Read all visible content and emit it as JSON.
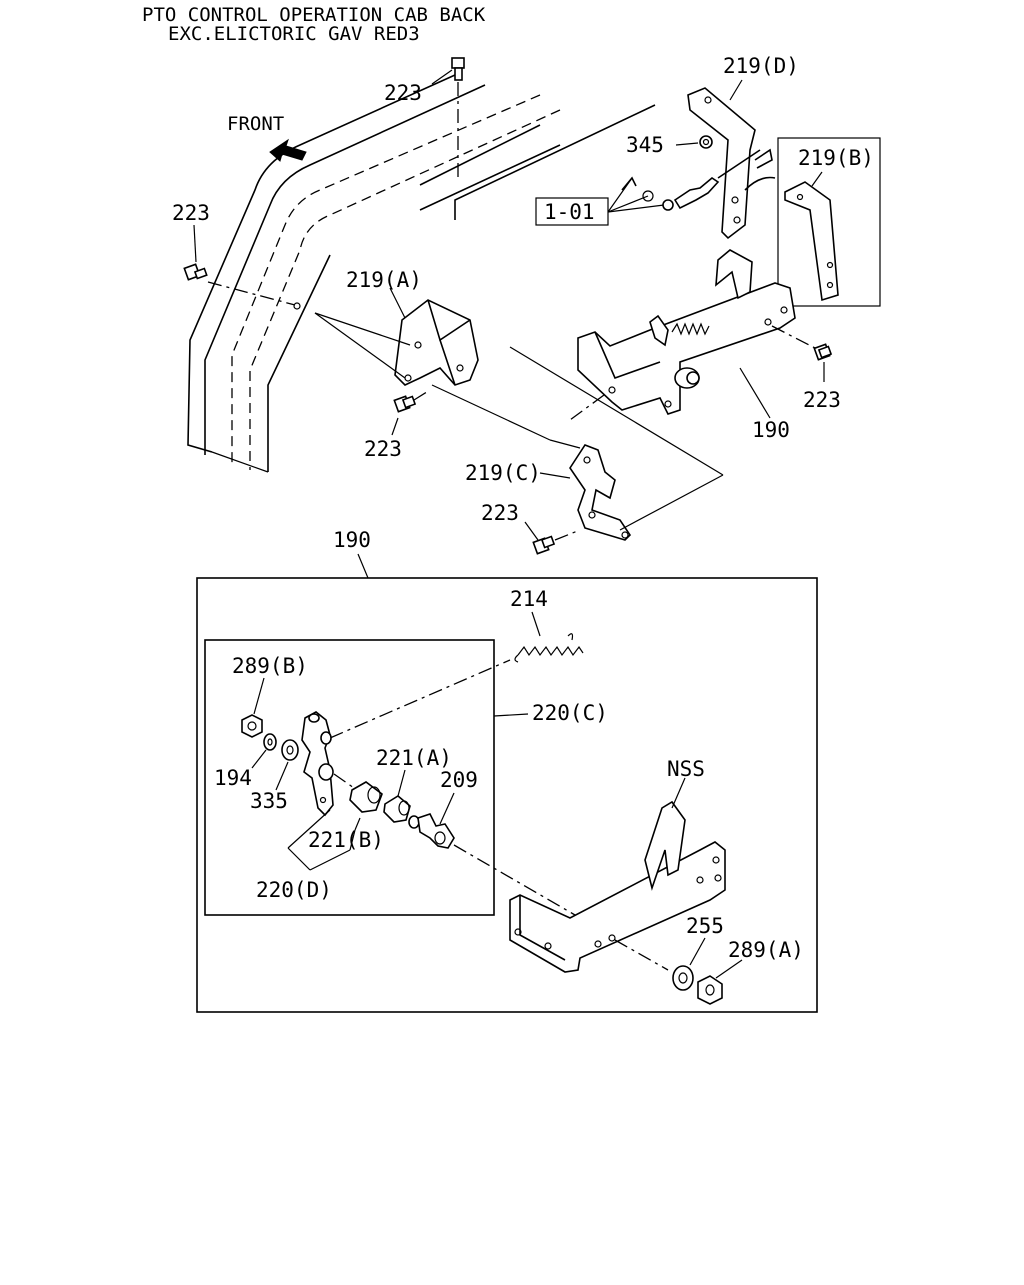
{
  "title": {
    "line1": "PTO CONTROL OPERATION CAB BACK",
    "line2": "EXC.ELICTORIC GAV RED3"
  },
  "front_label": "FRONT",
  "labels": {
    "p223_top": "223",
    "p219d": "219(D)",
    "p345": "345",
    "p219b": "219(B)",
    "p101": "1-01",
    "p223_left": "223",
    "p219a": "219(A)",
    "p223_right": "223",
    "p190_top": "190",
    "p223_mid": "223",
    "p219c": "219(C)",
    "p223_low": "223",
    "p190_box": "190",
    "p214": "214",
    "p289b": "289(B)",
    "p220c": "220(C)",
    "p194": "194",
    "p335": "335",
    "p221a": "221(A)",
    "p209": "209",
    "pnss": "NSS",
    "p221b": "221(B)",
    "p220d": "220(D)",
    "p255": "255",
    "p289a": "289(A)"
  }
}
